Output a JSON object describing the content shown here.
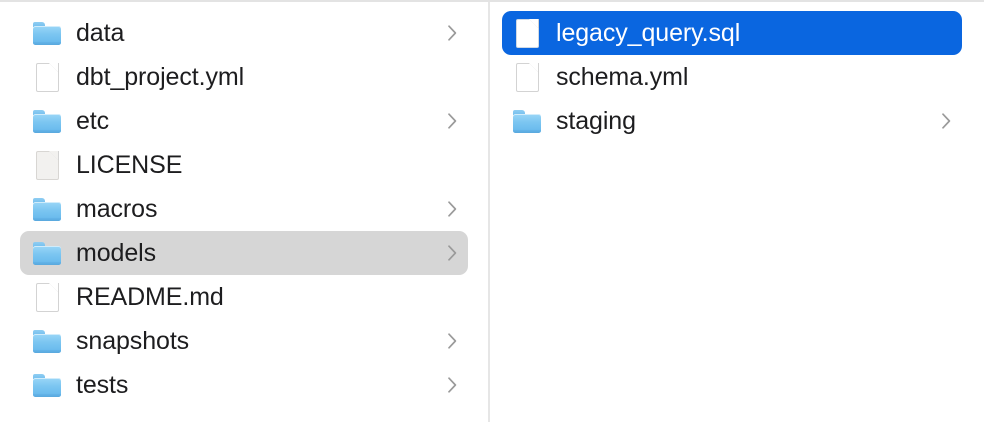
{
  "window": {
    "view_mode": "column",
    "accent_color": "#0a66e0",
    "inactive_selection_color": "#d6d6d6",
    "text_color": "#1d1d1f",
    "divider_color": "#e6e6e6"
  },
  "columns": [
    {
      "name": "column-1",
      "items": [
        {
          "label": "data",
          "kind": "folder",
          "has_disclosure": true,
          "selected": false,
          "selection_style": "none"
        },
        {
          "label": "dbt_project.yml",
          "kind": "document",
          "has_disclosure": false,
          "selected": false,
          "selection_style": "none"
        },
        {
          "label": "etc",
          "kind": "folder",
          "has_disclosure": true,
          "selected": false,
          "selection_style": "none"
        },
        {
          "label": "LICENSE",
          "kind": "generic-file",
          "has_disclosure": false,
          "selected": false,
          "selection_style": "none"
        },
        {
          "label": "macros",
          "kind": "folder",
          "has_disclosure": true,
          "selected": false,
          "selection_style": "none"
        },
        {
          "label": "models",
          "kind": "folder",
          "has_disclosure": true,
          "selected": true,
          "selection_style": "inactive"
        },
        {
          "label": "README.md",
          "kind": "document",
          "has_disclosure": false,
          "selected": false,
          "selection_style": "none"
        },
        {
          "label": "snapshots",
          "kind": "folder",
          "has_disclosure": true,
          "selected": false,
          "selection_style": "none"
        },
        {
          "label": "tests",
          "kind": "folder",
          "has_disclosure": true,
          "selected": false,
          "selection_style": "none"
        }
      ]
    },
    {
      "name": "column-2",
      "items": [
        {
          "label": "legacy_query.sql",
          "kind": "document",
          "has_disclosure": false,
          "selected": true,
          "selection_style": "active"
        },
        {
          "label": "schema.yml",
          "kind": "document",
          "has_disclosure": false,
          "selected": false,
          "selection_style": "none"
        },
        {
          "label": "staging",
          "kind": "folder",
          "has_disclosure": true,
          "selected": false,
          "selection_style": "none"
        }
      ]
    }
  ]
}
